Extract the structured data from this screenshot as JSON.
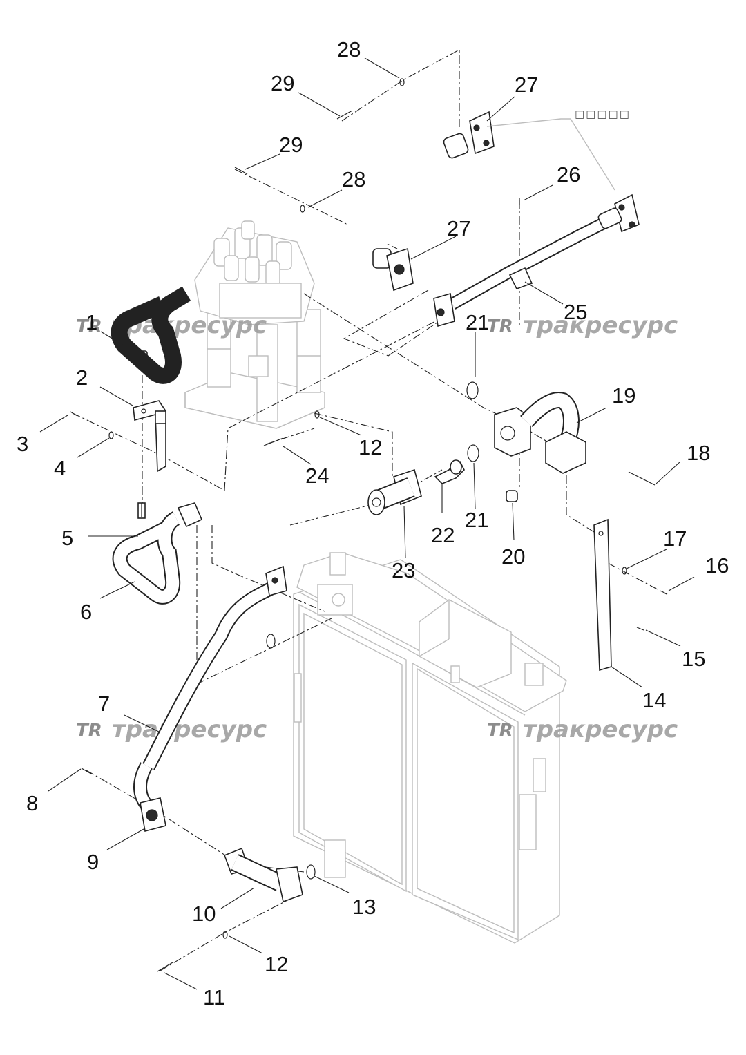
{
  "diagram": {
    "callouts": [
      {
        "id": "c28a",
        "text": "28"
      },
      {
        "id": "c29a",
        "text": "29"
      },
      {
        "id": "c27a",
        "text": "27"
      },
      {
        "id": "c29b",
        "text": "29"
      },
      {
        "id": "c28b",
        "text": "28"
      },
      {
        "id": "c26",
        "text": "26"
      },
      {
        "id": "c27b",
        "text": "27"
      },
      {
        "id": "c25",
        "text": "25"
      },
      {
        "id": "c1",
        "text": "1"
      },
      {
        "id": "c21a",
        "text": "21"
      },
      {
        "id": "c2",
        "text": "2"
      },
      {
        "id": "c19",
        "text": "19"
      },
      {
        "id": "c3",
        "text": "3"
      },
      {
        "id": "c12a",
        "text": "12"
      },
      {
        "id": "c18",
        "text": "18"
      },
      {
        "id": "c4",
        "text": "4"
      },
      {
        "id": "c24",
        "text": "24"
      },
      {
        "id": "c5",
        "text": "5"
      },
      {
        "id": "c22",
        "text": "22"
      },
      {
        "id": "c21b",
        "text": "21"
      },
      {
        "id": "c17",
        "text": "17"
      },
      {
        "id": "c20",
        "text": "20"
      },
      {
        "id": "c16",
        "text": "16"
      },
      {
        "id": "c23",
        "text": "23"
      },
      {
        "id": "c6",
        "text": "6"
      },
      {
        "id": "c15",
        "text": "15"
      },
      {
        "id": "c7",
        "text": "7"
      },
      {
        "id": "c14",
        "text": "14"
      },
      {
        "id": "c8",
        "text": "8"
      },
      {
        "id": "c9",
        "text": "9"
      },
      {
        "id": "c13",
        "text": "13"
      },
      {
        "id": "c10",
        "text": "10"
      },
      {
        "id": "c12b",
        "text": "12"
      },
      {
        "id": "c11",
        "text": "11"
      }
    ],
    "note": "□□□□□",
    "watermark": {
      "text": "тракресурс",
      "logo": "TR",
      "color": "#9a9a9a"
    }
  }
}
